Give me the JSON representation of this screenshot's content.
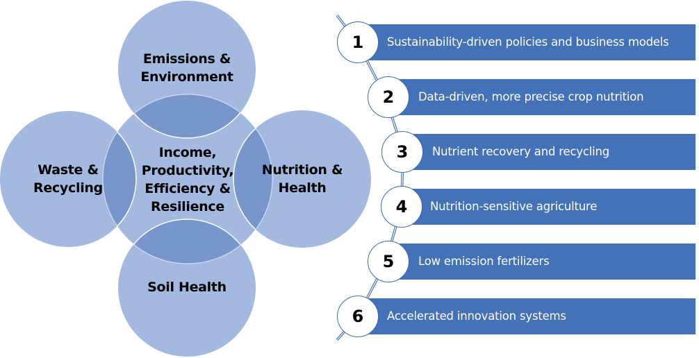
{
  "venn": {
    "center": "Income,\nProductivity,\nEfficiency &\nResilience",
    "top": "Emissions &\nEnvironment",
    "left": "Waste &\nRecycling",
    "right": "Nutrition &\nHealth",
    "bottom": "Soil Health",
    "colors": {
      "fill": "#a3b9e0",
      "overlap": "#7696cc",
      "stroke": "#ffffff"
    }
  },
  "steps": [
    {
      "number": "1",
      "label": "Sustainability-driven policies and business models"
    },
    {
      "number": "2",
      "label": "Data-driven, more precise crop nutrition"
    },
    {
      "number": "3",
      "label": "Nutrient recovery and recycling"
    },
    {
      "number": "4",
      "label": "Nutrition-sensitive agriculture"
    },
    {
      "number": "5",
      "label": "Low emission fertilizers"
    },
    {
      "number": "6",
      "label": "Accelerated innovation systems"
    }
  ],
  "colors": {
    "bar": "#4472b8",
    "bar_text": "#ffffff",
    "circle_border": "#3d6ab0"
  }
}
